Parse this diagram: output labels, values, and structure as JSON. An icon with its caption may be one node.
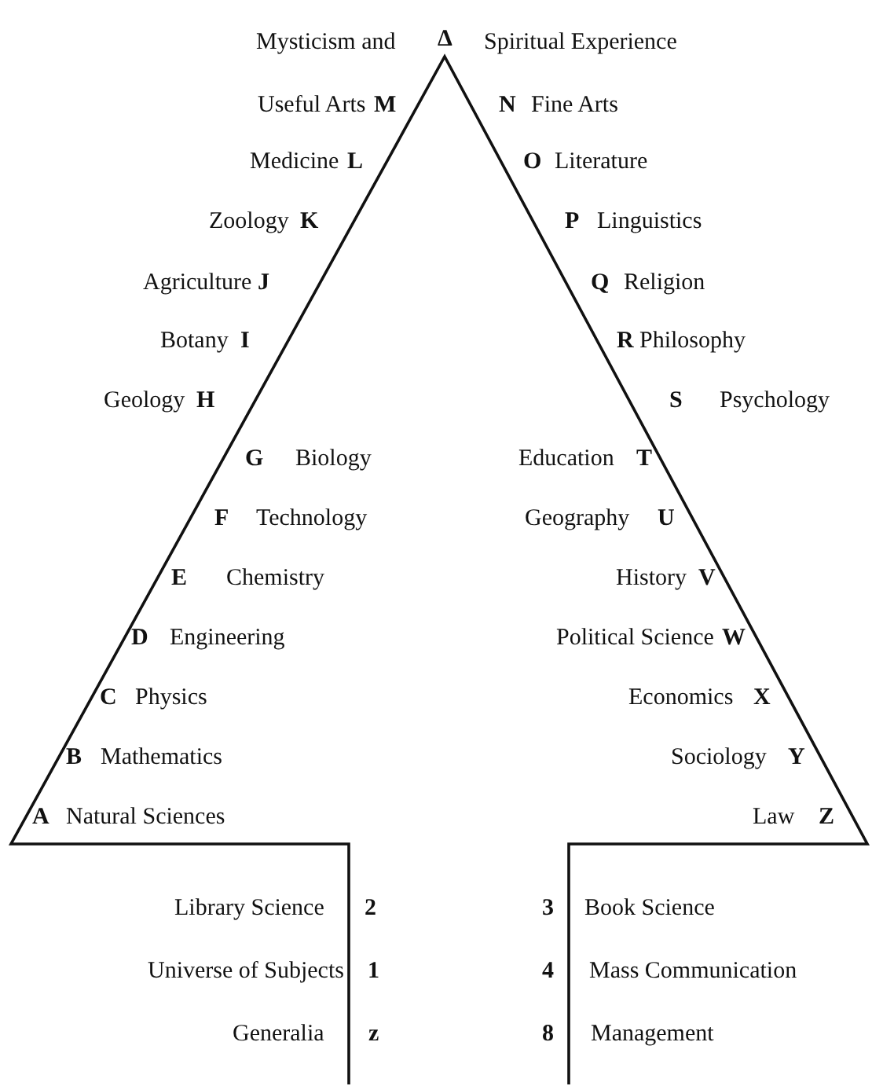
{
  "diagram": {
    "labels": [
      "Mysticism and",
      "Δ",
      "Spiritual Experience",
      "Useful Arts",
      "M",
      "N",
      "Fine Arts",
      "Medicine",
      "L",
      "O",
      "Literature",
      "Zoology",
      "K",
      "P",
      "Linguistics",
      "Agriculture",
      "J",
      "Q",
      "Religion",
      "Botany",
      "I",
      "R",
      "Philosophy",
      "Geology",
      "H",
      "S",
      "Psychology",
      "G",
      "Biology",
      "Education",
      "T",
      "F",
      "Technology",
      "Geography",
      "U",
      "E",
      "Chemistry",
      "History",
      "V",
      "D",
      "Engineering",
      "Political Science",
      "W",
      "C",
      "Physics",
      "Economics",
      "X",
      "B",
      "Mathematics",
      "Sociology",
      "Y",
      "A",
      "Natural Sciences",
      "Law",
      "Z",
      "Library Science",
      "2",
      "3",
      "Book Science",
      "Universe of Subjects",
      "1",
      "4",
      "Mass Communication",
      "Generalia",
      "z",
      "8",
      "Management"
    ]
  }
}
